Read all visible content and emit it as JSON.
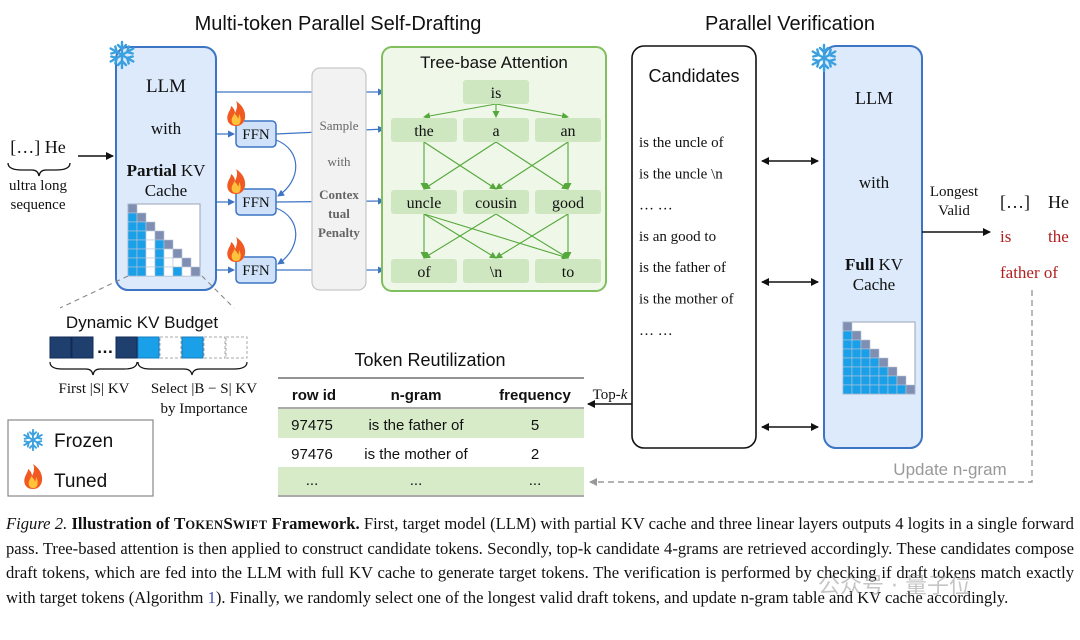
{
  "titles": {
    "drafting": "Multi-token Parallel Self-Drafting",
    "verification": "Parallel Verification"
  },
  "input": {
    "prefix": "[…] He",
    "desc_line1": "ultra long",
    "desc_line2": "sequence"
  },
  "llm_left": {
    "title": "LLM",
    "with": "with",
    "kv_bold": "Partial",
    "kv_rest": " KV",
    "cache": "Cache"
  },
  "ffn_label": "FFN",
  "sampler": {
    "line1": "Sample",
    "line2": "with",
    "line3": "Contex",
    "line4": "tual",
    "line5": "Penalty"
  },
  "tree": {
    "title": "Tree-base Attention",
    "level0": [
      "is"
    ],
    "level1": [
      "the",
      "a",
      "an"
    ],
    "level2": [
      "uncle",
      "cousin",
      "good"
    ],
    "level3": [
      "of",
      "\\n",
      "to"
    ]
  },
  "candidates": {
    "title": "Candidates",
    "items": [
      "is the uncle of",
      "is the uncle \\n",
      "… …",
      "is an good to",
      "is the father of",
      "is the mother of",
      "… …"
    ]
  },
  "llm_right": {
    "title": "LLM",
    "with": "with",
    "kv_bold": "Full",
    "kv_rest": " KV",
    "cache": "Cache"
  },
  "output": {
    "label_line1": "Longest",
    "label_line2": "Valid",
    "bracket": "[…]",
    "he": "He",
    "is": "is",
    "the": "the",
    "father_of": "father of"
  },
  "kv_budget": {
    "title": "Dynamic KV Budget",
    "first_label": "First |S| KV",
    "select_label": "Select |B − S| KV",
    "importance": "by Importance"
  },
  "legend": {
    "frozen": "Frozen",
    "tuned": "Tuned"
  },
  "reutilization": {
    "title": "Token Reutilization",
    "headers": [
      "row id",
      "n-gram",
      "frequency"
    ],
    "rows": [
      [
        "97475",
        "is the father of",
        "5"
      ],
      [
        "97476",
        "is the mother of",
        "2"
      ],
      [
        "...",
        "...",
        "..."
      ]
    ],
    "topk": "Top-k",
    "update": "Update n-gram"
  },
  "caption": {
    "label": "Figure 2.",
    "title_a": "Illustration of",
    "title_b_big1": "T",
    "title_b_small1": "OKEN",
    "title_b_big2": "S",
    "title_b_small2": "WIFT",
    "title_c": "Framework.",
    "text_1": "First, target model (LLM) with partial KV cache and three linear layers outputs 4 logits in a single forward pass. Tree-based attention is then applied to construct candidate tokens. Secondly, top-k candidate 4-grams are retrieved accordingly. These candidates compose draft tokens, which are fed into the LLM with full KV cache to generate target tokens. The verification is performed by checking if draft tokens match exactly with target tokens (Algorithm ",
    "link": "1",
    "text_2": "). Finally, we randomly select one of the longest valid draft tokens, and update n-gram table and KV cache accordingly."
  },
  "watermark": "公众号 · 量子位",
  "colors": {
    "llm_fill": "#dceafb",
    "llm_stroke": "#3d74c4",
    "tree_fill": "#eef7e8",
    "tree_stroke": "#7fbf5e",
    "token_fill": "#cfe7c1",
    "ffn_fill": "#cfe2fa",
    "navy": "#1f3f6e",
    "sky": "#1aa0e8",
    "flame": "#f05a22",
    "snow": "#3aa0e0",
    "red_text": "#b02020"
  }
}
